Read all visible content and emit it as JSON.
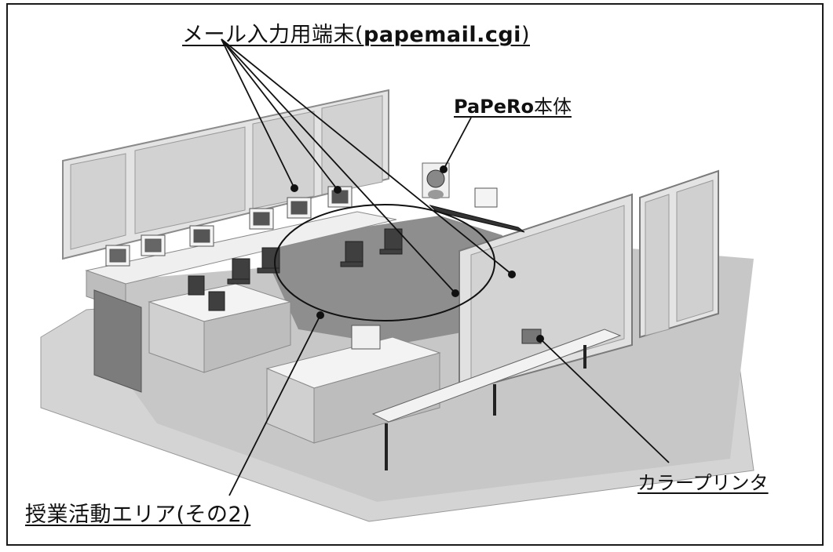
{
  "labels": {
    "terminal_prefix": "メール入力用端末(",
    "terminal_code": "papemail.cgi",
    "terminal_suffix": ")",
    "papero_name": "PaPeRo",
    "papero_suffix": "本体",
    "activity_area": "授業活動エリア(その2)",
    "color_printer": "カラープリンタ"
  },
  "colors": {
    "background": "#ffffff",
    "frame_border": "#1a1a1a",
    "floor": "#cfcfcf",
    "wall": "#dcdcdc",
    "dark": "#555555",
    "line": "#111111"
  }
}
